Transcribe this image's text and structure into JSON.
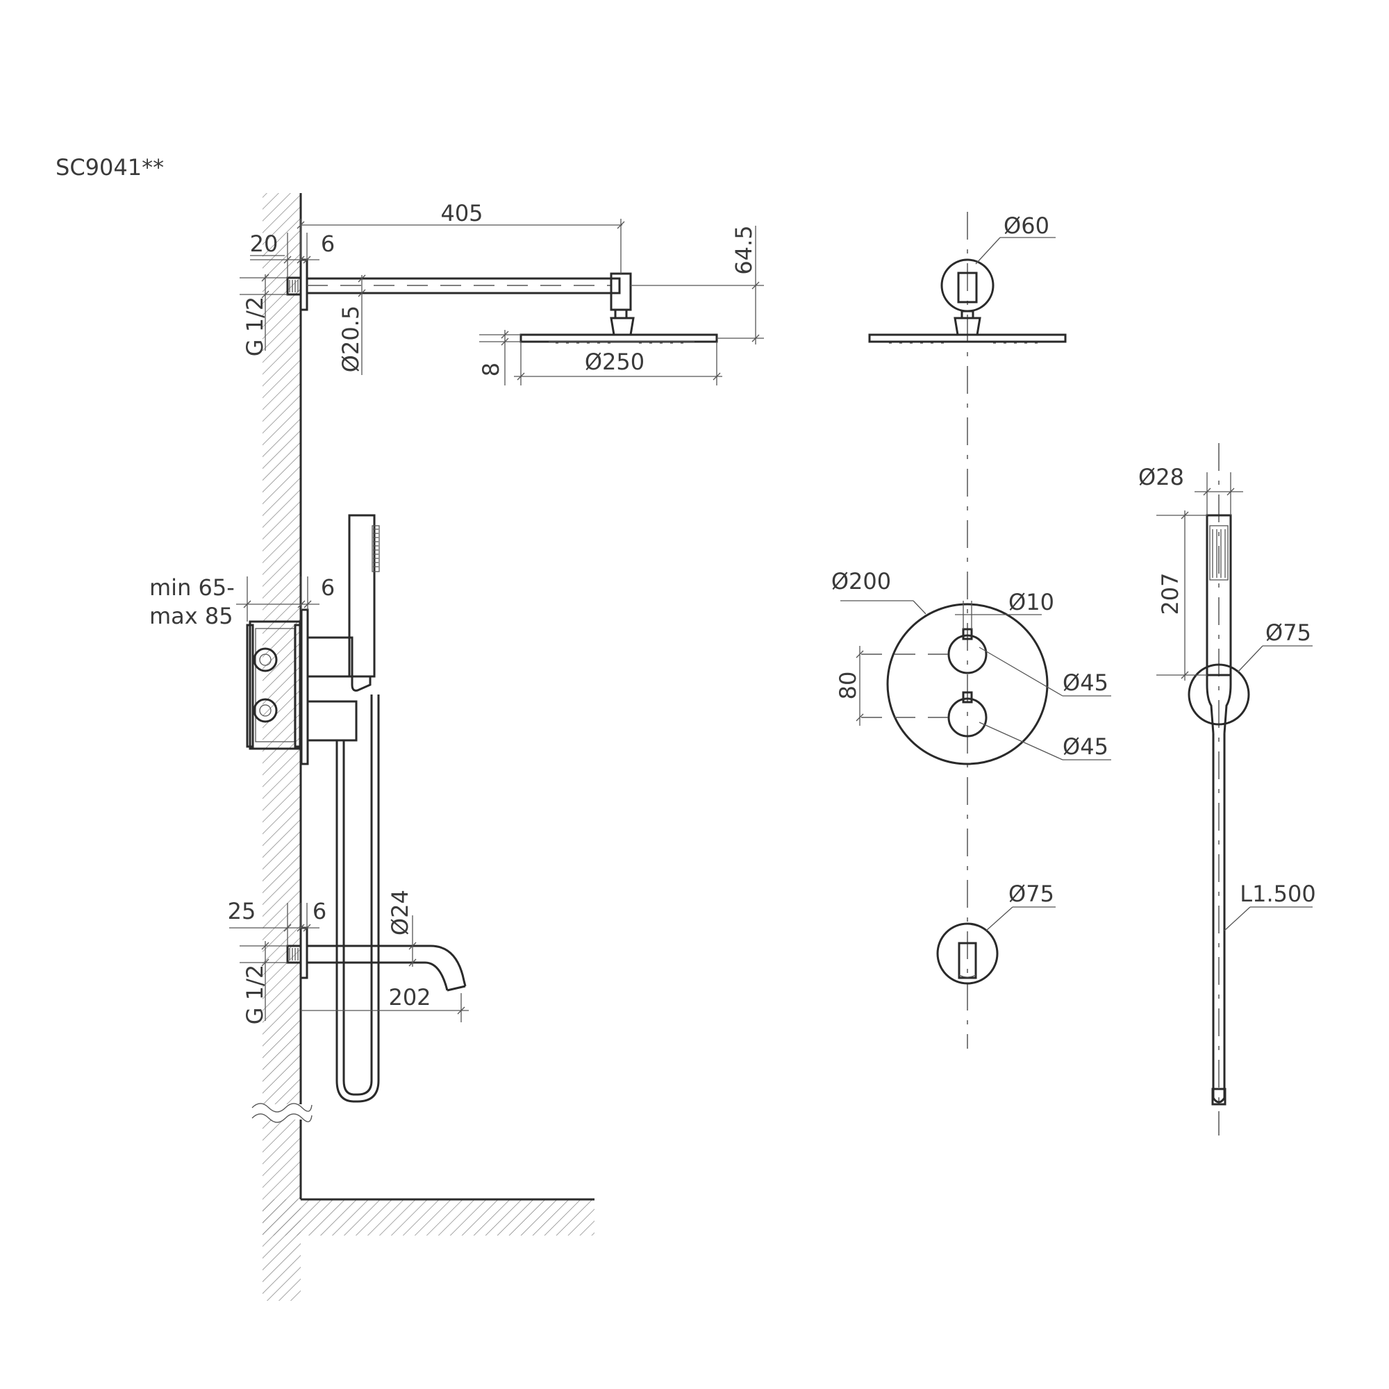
{
  "title": "SC9041**",
  "dimensions": {
    "arm_length": "405",
    "flange_left": "20",
    "flange_right": "6",
    "drop_height": "64.5",
    "thread_top": "G 1/2",
    "arm_diameter": "Ø20.5",
    "head_thickness": "8",
    "head_diameter": "Ø250",
    "wall_flange_diameter": "Ø60",
    "handshower_diameter": "Ø28",
    "handshower_length": "207",
    "bracket_diameter": "Ø75",
    "box_depth_min": "min 65-",
    "box_depth_max": "max 85",
    "box_flange": "6",
    "plate_diameter": "Ø200",
    "pin_diameter": "Ø10",
    "knob_spacing": "80",
    "knob_upper_diameter": "Ø45",
    "knob_lower_diameter": "Ø45",
    "spout_rose_diameter": "Ø75",
    "hose_length": "L1.500",
    "spout_flange_left": "25",
    "spout_flange_right": "6",
    "spout_diameter": "Ø24",
    "thread_bottom": "G 1/2",
    "spout_length": "202"
  }
}
